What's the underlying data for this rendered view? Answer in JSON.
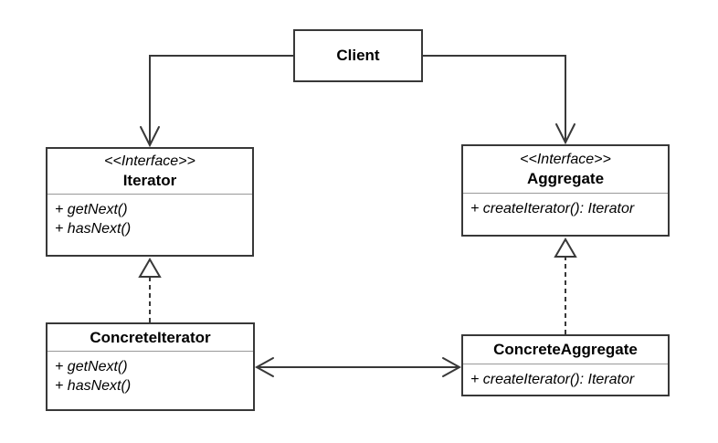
{
  "colors": {
    "background": "#ffffff",
    "line": "#383838",
    "border": "#383838",
    "separator": "#999999",
    "text": "#000000"
  },
  "classes": {
    "client": {
      "name": "Client"
    },
    "iterator": {
      "stereotype": "<<Interface>>",
      "name": "Iterator",
      "methods": [
        "+ getNext()",
        "+ hasNext()"
      ]
    },
    "aggregate": {
      "stereotype": "<<Interface>>",
      "name": "Aggregate",
      "methods": [
        "+ createIterator(): Iterator"
      ]
    },
    "concrete_iterator": {
      "name": "ConcreteIterator",
      "methods": [
        "+ getNext()",
        "+ hasNext()"
      ]
    },
    "concrete_aggregate": {
      "name": "ConcreteAggregate",
      "methods": [
        "+ createIterator(): Iterator"
      ]
    }
  },
  "relationships": [
    {
      "from": "Client",
      "to": "Iterator",
      "type": "directed-association"
    },
    {
      "from": "Client",
      "to": "Aggregate",
      "type": "directed-association"
    },
    {
      "from": "ConcreteIterator",
      "to": "Iterator",
      "type": "realization"
    },
    {
      "from": "ConcreteAggregate",
      "to": "Aggregate",
      "type": "realization"
    },
    {
      "from": "ConcreteIterator",
      "to": "ConcreteAggregate",
      "type": "bidirectional-association"
    }
  ]
}
